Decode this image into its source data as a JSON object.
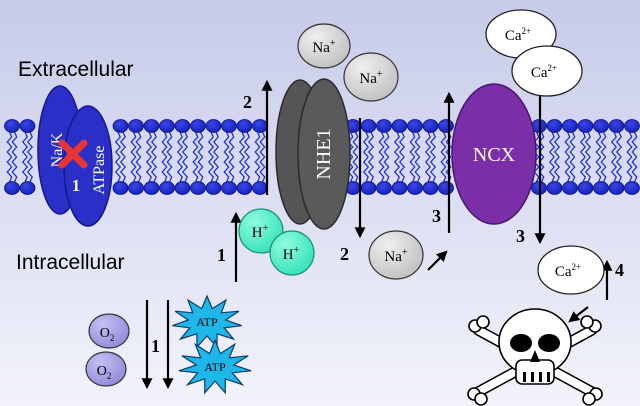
{
  "labels": {
    "extracellular": "Extracellular",
    "intracellular": "Intracellular"
  },
  "transporters": {
    "nak_line1": "Na/K",
    "nak_line2": "ATPase",
    "nhe1": "NHE1",
    "ncx": "NCX"
  },
  "ions": {
    "na": "Na",
    "na_charge": "+",
    "h": "H",
    "h_charge": "+",
    "ca": "Ca",
    "ca_charge": "2+",
    "o": "O",
    "o_sub": "2"
  },
  "energy": {
    "atp": "ATP"
  },
  "steps": {
    "one": "1",
    "two": "2",
    "three": "3",
    "four": "4"
  },
  "colors": {
    "background_top": "#c7cbe9",
    "background_bottom": "#f2f3fb",
    "membrane_blue": "#1f2fd0",
    "nak_blue": "#2a2fc8",
    "nhe1_gray": "#555555",
    "ncx_purple": "#7a2fa8",
    "h_ion_teal": "#3ff0c4",
    "atp_star": "#1fb6ea",
    "oxygen_lilac": "#a39be0",
    "na_ion_gray": "#d4d4d4",
    "ca_ion_white": "#ffffff",
    "block_red": "#e83434"
  },
  "icons": {
    "blocked": "red-x-icon",
    "cell_death": "skull-crossbones-icon"
  }
}
